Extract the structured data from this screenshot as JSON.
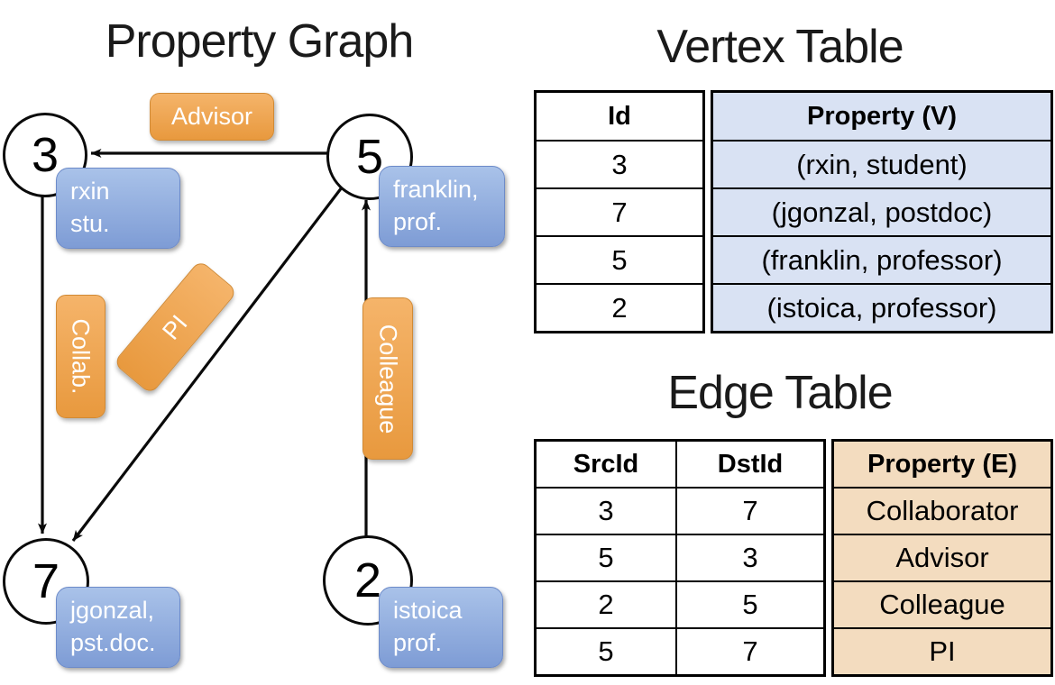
{
  "graph": {
    "title": "Property Graph",
    "nodes": [
      {
        "id": "3",
        "label_lines": [
          "rxin",
          "stu."
        ]
      },
      {
        "id": "5",
        "label_lines": [
          "franklin,",
          "prof."
        ]
      },
      {
        "id": "7",
        "label_lines": [
          "jgonzal,",
          "pst.doc."
        ]
      },
      {
        "id": "2",
        "label_lines": [
          "istoica",
          "prof."
        ]
      }
    ],
    "edge_labels": [
      {
        "text": "Advisor"
      },
      {
        "text": "Collab."
      },
      {
        "text": "PI"
      },
      {
        "text": "Colleague"
      }
    ]
  },
  "vertex_table": {
    "title": "Vertex Table",
    "columns": [
      "Id",
      "Property (V)"
    ],
    "rows": [
      [
        "3",
        "(rxin, student)"
      ],
      [
        "7",
        "(jgonzal, postdoc)"
      ],
      [
        "5",
        "(franklin, professor)"
      ],
      [
        "2",
        "(istoica, professor)"
      ]
    ]
  },
  "edge_table": {
    "title": "Edge Table",
    "columns": [
      "SrcId",
      "DstId",
      "Property (E)"
    ],
    "rows": [
      [
        "3",
        "7",
        "Collaborator"
      ],
      [
        "5",
        "3",
        "Advisor"
      ],
      [
        "2",
        "5",
        "Colleague"
      ],
      [
        "5",
        "7",
        "PI"
      ]
    ]
  },
  "colors": {
    "orange_top": "#f5b46a",
    "orange_bottom": "#e8993e",
    "blue_top": "#a9c2e9",
    "blue_bottom": "#7e9cd5",
    "vertex_cell_bg": "#d9e2f3",
    "edge_cell_bg": "#f3dcbf"
  }
}
